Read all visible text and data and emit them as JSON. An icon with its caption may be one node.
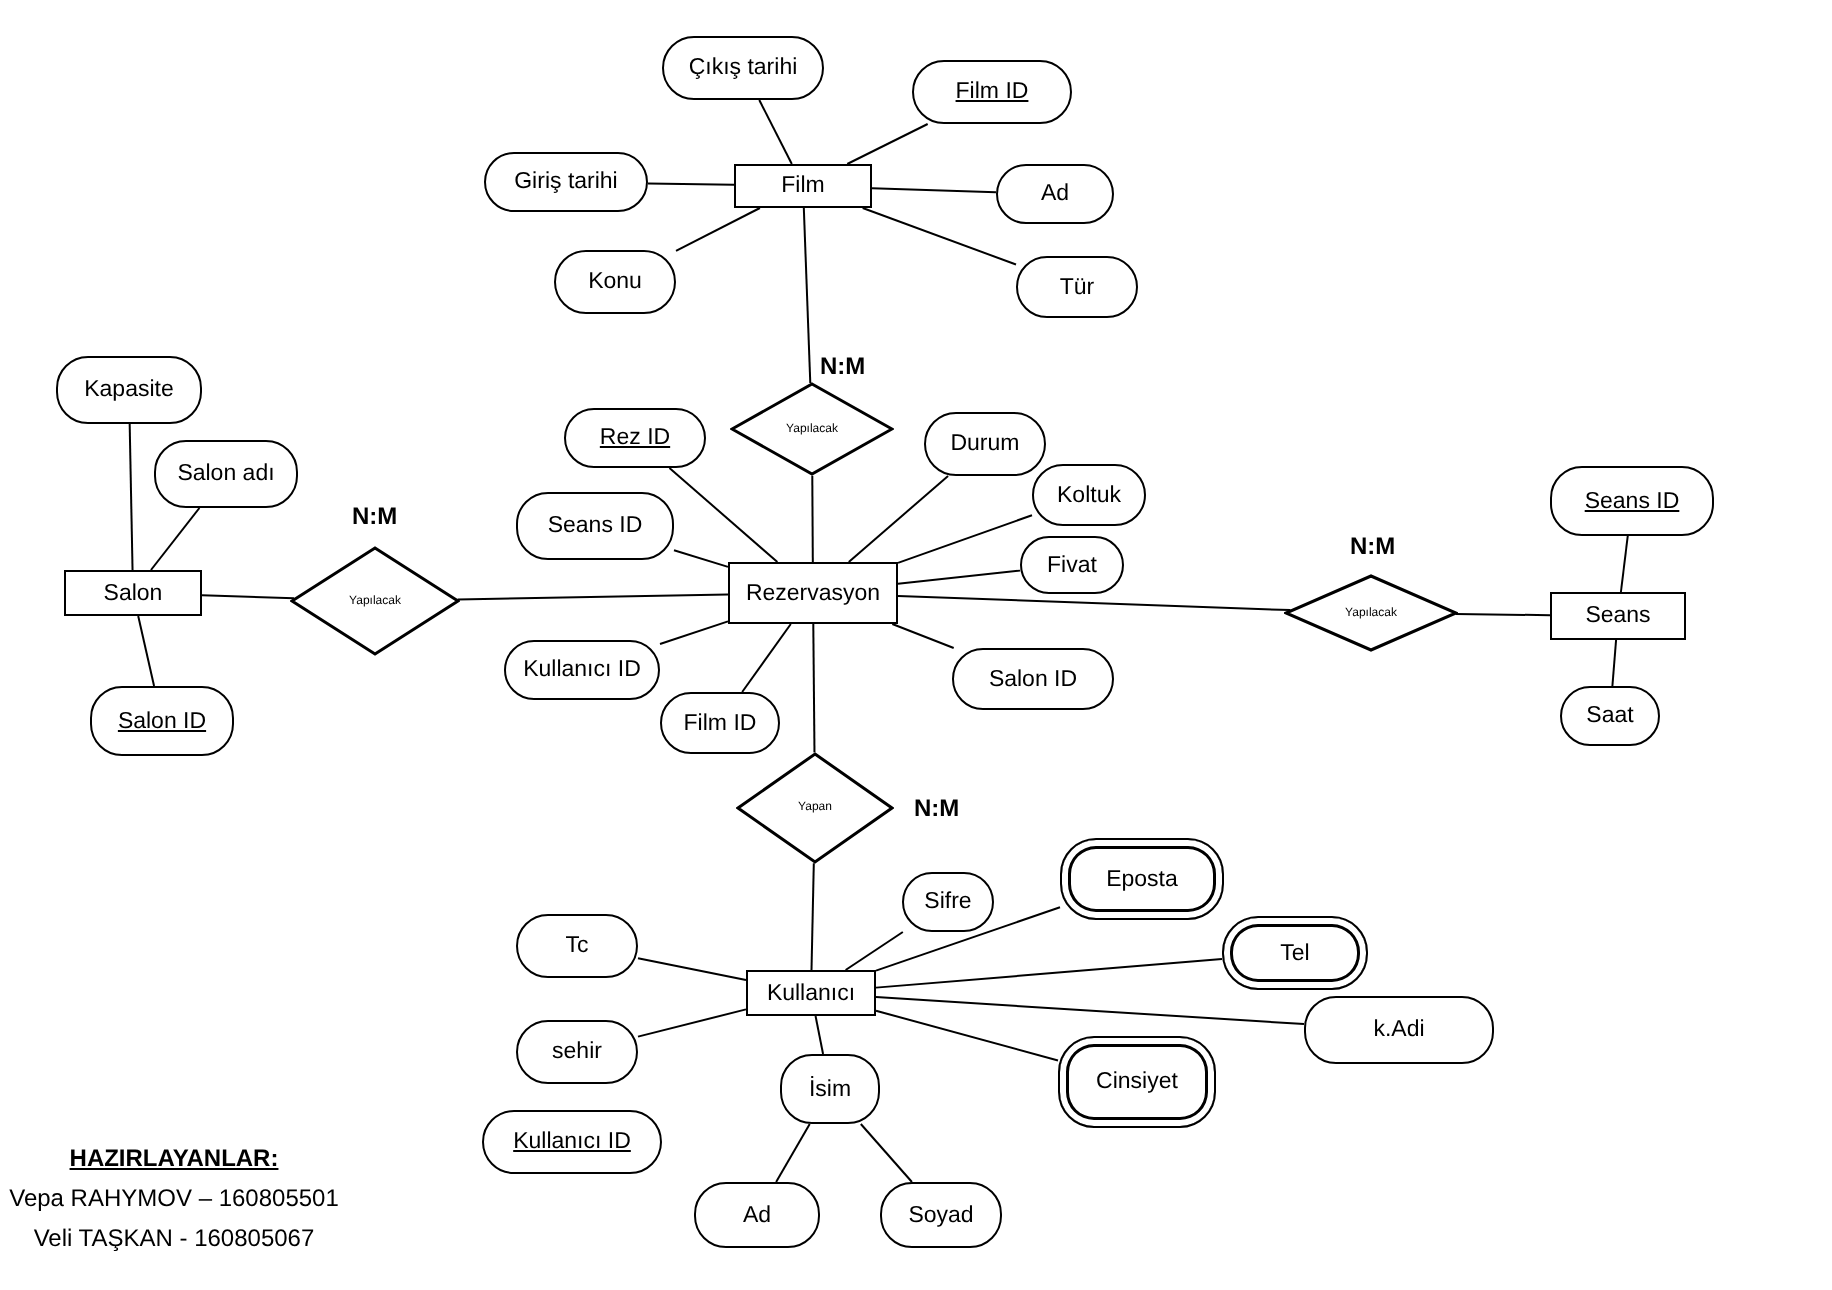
{
  "diagram": {
    "nodes": [
      {
        "text": [
          "Film"
        ]
      },
      {
        "text": [
          "Çıkış tarihi"
        ]
      },
      {
        "text": [
          "Film ID"
        ]
      },
      {
        "text": [
          "Giriş tarihi"
        ]
      },
      {
        "text": [
          "Ad"
        ]
      },
      {
        "text": [
          "Konu"
        ]
      },
      {
        "text": [
          "Tür"
        ]
      },
      {
        "text": [
          "Yapılacak"
        ]
      },
      {
        "text": [
          "Rez ID"
        ]
      },
      {
        "text": [
          "Durum"
        ]
      },
      {
        "text": [
          "Koltuk"
        ]
      },
      {
        "text": [
          "Seans ID"
        ]
      },
      {
        "text": [
          "Fivat"
        ]
      },
      {
        "text": [
          "Rezervasyon"
        ]
      },
      {
        "text": [
          "Salon ID"
        ]
      },
      {
        "text": [
          "Kullanıcı ID"
        ]
      },
      {
        "text": [
          "Film ID"
        ]
      },
      {
        "text": [
          "Kapasite"
        ]
      },
      {
        "text": [
          "Salon adı"
        ]
      },
      {
        "text": [
          "Salon"
        ]
      },
      {
        "text": [
          "Yapılacak"
        ]
      },
      {
        "text": [
          "Salon ID"
        ]
      },
      {
        "text": [
          "Yapılacak"
        ]
      },
      {
        "text": [
          "Seans ID"
        ]
      },
      {
        "text": [
          "Seans"
        ]
      },
      {
        "text": [
          "Saat"
        ]
      },
      {
        "text": [
          "Yapan"
        ]
      },
      {
        "text": [
          "Tc"
        ]
      },
      {
        "text": [
          "Sifre"
        ]
      },
      {
        "text": [
          "Eposta"
        ]
      },
      {
        "text": [
          "Kullanıcı"
        ]
      },
      {
        "text": [
          "Tel"
        ]
      },
      {
        "text": [
          "k.Adi"
        ]
      },
      {
        "text": [
          "sehir"
        ]
      },
      {
        "text": [
          "İsim"
        ]
      },
      {
        "text": [
          "Cinsiyet"
        ]
      },
      {
        "text": [
          "Kullanıcı ID"
        ]
      },
      {
        "text": [
          "Ad"
        ]
      },
      {
        "text": [
          "Soyad"
        ]
      }
    ],
    "edges": [
      {
        "from": 0,
        "to": 1,
        "arrow": "none"
      },
      {
        "from": 0,
        "to": 2,
        "arrow": "none"
      },
      {
        "from": 0,
        "to": 3,
        "arrow": "none"
      },
      {
        "from": 0,
        "to": 4,
        "arrow": "none"
      },
      {
        "from": 0,
        "to": 5,
        "arrow": "none"
      },
      {
        "from": 0,
        "to": 6,
        "arrow": "none"
      },
      {
        "from": 0,
        "to": 7,
        "arrow": "none"
      },
      {
        "from": 7,
        "to": 13,
        "arrow": "none"
      },
      {
        "from": 13,
        "to": 8,
        "arrow": "none"
      },
      {
        "from": 13,
        "to": 9,
        "arrow": "none"
      },
      {
        "from": 13,
        "to": 10,
        "arrow": "none"
      },
      {
        "from": 13,
        "to": 11,
        "arrow": "none"
      },
      {
        "from": 13,
        "to": 12,
        "arrow": "none"
      },
      {
        "from": 13,
        "to": 14,
        "arrow": "none"
      },
      {
        "from": 13,
        "to": 15,
        "arrow": "none"
      },
      {
        "from": 13,
        "to": 16,
        "arrow": "none"
      },
      {
        "from": 19,
        "to": 17,
        "arrow": "none"
      },
      {
        "from": 19,
        "to": 18,
        "arrow": "none"
      },
      {
        "from": 19,
        "to": 21,
        "arrow": "none"
      },
      {
        "from": 19,
        "to": 20,
        "arrow": "none"
      },
      {
        "from": 20,
        "to": 13,
        "arrow": "none"
      },
      {
        "from": 13,
        "to": 22,
        "arrow": "none"
      },
      {
        "from": 22,
        "to": 24,
        "arrow": "none"
      },
      {
        "from": 24,
        "to": 23,
        "arrow": "none"
      },
      {
        "from": 24,
        "to": 25,
        "arrow": "none"
      },
      {
        "from": 13,
        "to": 26,
        "arrow": "none"
      },
      {
        "from": 26,
        "to": 30,
        "arrow": "none"
      },
      {
        "from": 30,
        "to": 27,
        "arrow": "none"
      },
      {
        "from": 30,
        "to": 28,
        "arrow": "none"
      },
      {
        "from": 30,
        "to": 29,
        "arrow": "none"
      },
      {
        "from": 30,
        "to": 31,
        "arrow": "none"
      },
      {
        "from": 30,
        "to": 32,
        "arrow": "none"
      },
      {
        "from": 30,
        "to": 33,
        "arrow": "none"
      },
      {
        "from": 30,
        "to": 34,
        "arrow": "none"
      },
      {
        "from": 30,
        "to": 35,
        "arrow": "none"
      },
      {
        "from": 34,
        "to": 37,
        "arrow": "none"
      },
      {
        "from": 34,
        "to": 38,
        "arrow": "none"
      }
    ],
    "labels": [
      "N:M",
      "N:M",
      "N:M",
      "N:M",
      "HAZIRLAYANLAR:",
      "Vepa RAHYMOV – 160805501",
      "Veli TAŞKAN - 160805067"
    ]
  }
}
